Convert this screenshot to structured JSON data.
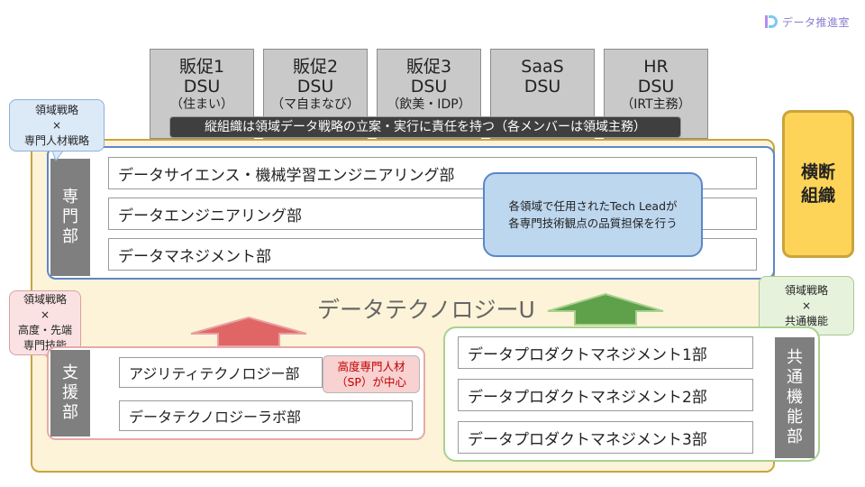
{
  "logo": {
    "text": "データ推進室"
  },
  "dsu_units": [
    {
      "line1": "販促1",
      "line2": "DSU",
      "line3": "（住まい）"
    },
    {
      "line1": "販促2",
      "line2": "DSU",
      "line3": "（マ自まなび）"
    },
    {
      "line1": "販促3",
      "line2": "DSU",
      "line3": "（飲美・IDP）"
    },
    {
      "line1": "SaaS",
      "line2": "DSU",
      "line3": ""
    },
    {
      "line1": "HR",
      "line2": "DSU",
      "line3": "（IRT主務）"
    }
  ],
  "dsu_banner": "縦組織は領域データ戦略の立案・実行に責任を持つ（各メンバーは領域主務）",
  "callouts": {
    "blue": {
      "line1": "領域戦略",
      "line2": "×",
      "line3": "専門人材戦略"
    },
    "red": {
      "line1": "領域戦略",
      "line2": "×",
      "line3": "高度・先端",
      "line4": "専門技能"
    },
    "green": {
      "line1": "領域戦略",
      "line2": "×",
      "line3": "共通機能"
    }
  },
  "cross_org": {
    "line1": "横断",
    "line2": "組織"
  },
  "specialist": {
    "label_chars": [
      "専",
      "門",
      "部"
    ],
    "departments": [
      "データサイエンス・機械学習エンジニアリング部",
      "データエンジニアリング部",
      "データマネジメント部"
    ],
    "tech_lead_note": {
      "line1": "各領域で任用されたTech Leadが",
      "line2": "各専門技術観点の品質担保を行う"
    }
  },
  "center_title": "データテクノロジーU",
  "support": {
    "label_chars": [
      "支",
      "援",
      "部"
    ],
    "departments": [
      "アジリティテクノロジー部",
      "データテクノロジーラボ部"
    ],
    "sp_badge": {
      "line1": "高度専門人材",
      "line2": "（SP）が中心"
    }
  },
  "common": {
    "label_chars": [
      "共",
      "通",
      "機",
      "能",
      "部"
    ],
    "departments": [
      "データプロダクトマネジメント1部",
      "データプロダクトマネジメント2部",
      "データプロダクトマネジメント3部"
    ]
  },
  "colors": {
    "main_frame_fill": "#fdf3d8",
    "main_frame_border": "#c9a43b",
    "cross_org_fill": "#fed458",
    "specialist_border": "#5b87c9",
    "tech_lead_fill": "#bdd7ee",
    "support_border": "#e7a9a9",
    "support_arrow": "#e06666",
    "common_border": "#a9d18e",
    "common_arrow": "#5fa04a",
    "sp_text": "#c00000",
    "dsu_fill": "#c9c9c9",
    "label_fill": "#7f7f7f"
  }
}
